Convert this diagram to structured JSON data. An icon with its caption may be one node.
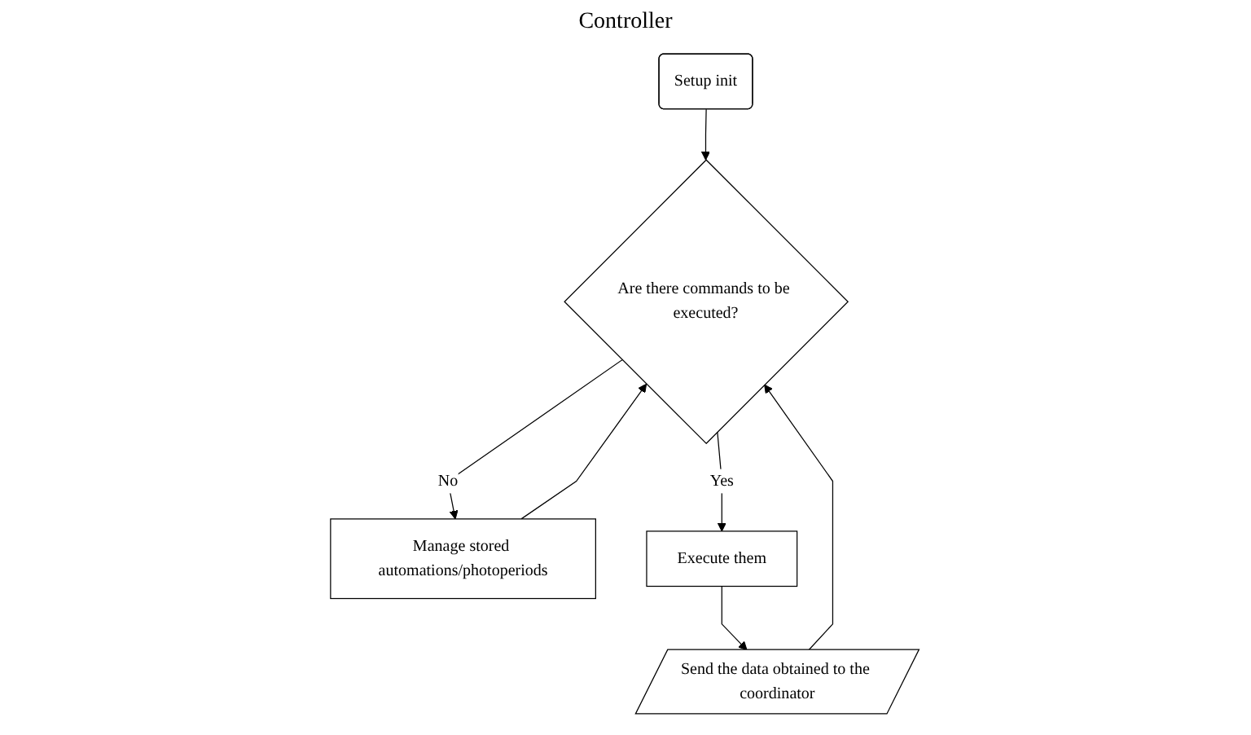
{
  "diagram": {
    "title": "Controller",
    "nodes": [
      {
        "text": [
          "Setup init"
        ]
      },
      {
        "text": [
          "Are there commands to be executed?"
        ]
      },
      {
        "text": [
          "Manage stored automations/photoperiods"
        ]
      },
      {
        "text": [
          "Execute them"
        ]
      },
      {
        "text": [
          "Send the data obtained to the coordinator"
        ]
      }
    ],
    "edges": [
      {
        "from": 0,
        "to": 1,
        "arrow": "to"
      },
      {
        "from": 1,
        "to": 2,
        "label": "No",
        "arrow": "to"
      },
      {
        "from": 2,
        "to": 1,
        "arrow": "to"
      },
      {
        "from": 1,
        "to": 3,
        "label": "Yes",
        "arrow": "to"
      },
      {
        "from": 3,
        "to": 4,
        "arrow": "to"
      },
      {
        "from": 4,
        "to": 1,
        "arrow": "to"
      }
    ]
  }
}
